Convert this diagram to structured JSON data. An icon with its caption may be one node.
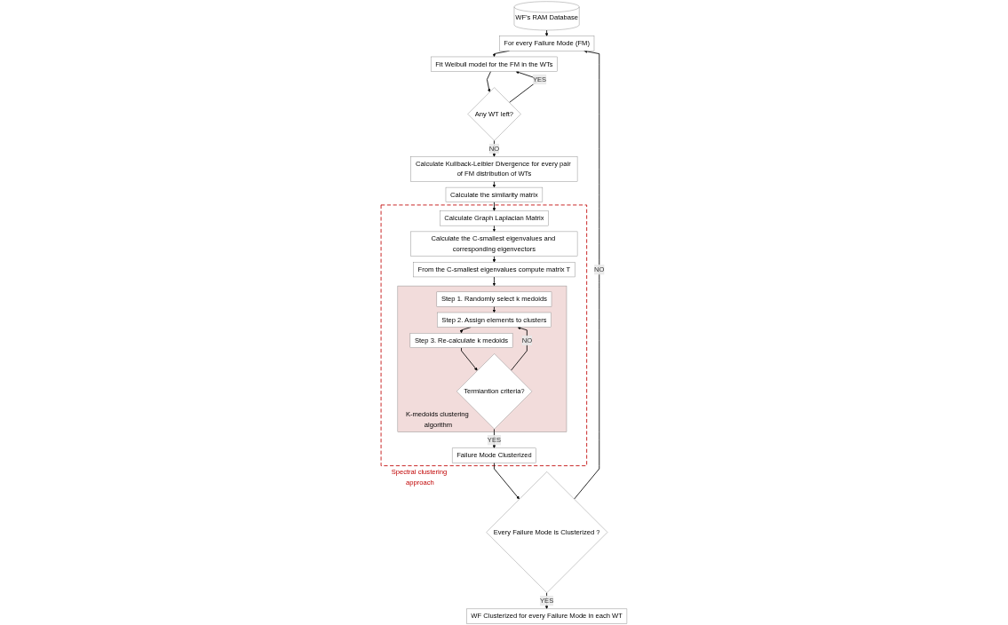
{
  "diagram": {
    "nodes": [
      {
        "text": [
          "WF’s RAM Database"
        ]
      },
      {
        "text": [
          "For every Failure Mode (FM)"
        ]
      },
      {
        "text": [
          "Fit Weibull model for the FM in the WTs"
        ]
      },
      {
        "text": [
          "Any WT left?"
        ]
      },
      {
        "text": [
          "Calculate Kullback-Leibler Divergence for every pair of FM distribution of WTs"
        ]
      },
      {
        "text": [
          "Calculate the similarity matrix"
        ]
      },
      {
        "text": [
          "Spectral clustering approach"
        ]
      },
      {
        "text": [
          "Calculate Graph Laplacian Matrix"
        ],
        "in": 6
      },
      {
        "text": [
          "Calculate the C-smallest eigenvalues and corresponding eigenvectors"
        ],
        "in": 6
      },
      {
        "text": [
          "From the C-smallest eigenvalues compute matrix T"
        ],
        "in": 6
      },
      {
        "text": [
          "K-medoids clustering algorithm"
        ],
        "in": 6
      },
      {
        "text": [
          "Step 1. Randomly select k medoids"
        ],
        "in": 10
      },
      {
        "text": [
          "Step 2. Assign elements to clusters"
        ],
        "in": 10
      },
      {
        "text": [
          "Step 3. Re-calculate k medoids"
        ],
        "in": 10
      },
      {
        "text": [
          "Termiantion criteria?"
        ],
        "in": 10
      },
      {
        "text": [
          "Failure Mode Clusterized"
        ],
        "in": 6
      },
      {
        "text": [
          "Every Failure Mode is Clusterized ?"
        ]
      },
      {
        "text": [
          "WF Clusterized for every Failure Mode in each WT"
        ]
      }
    ],
    "edges": [
      {
        "from": 0,
        "to": 1,
        "arrow": "to"
      },
      {
        "from": 1,
        "to": 2,
        "arrow": "to"
      },
      {
        "from": 2,
        "to": 3,
        "arrow": "to"
      },
      {
        "from": 3,
        "to": 2,
        "label": "YES",
        "arrow": "to"
      },
      {
        "from": 3,
        "to": 4,
        "label": "NO",
        "arrow": "to"
      },
      {
        "from": 4,
        "to": 5,
        "arrow": "to"
      },
      {
        "from": 5,
        "to": 7,
        "arrow": "to"
      },
      {
        "from": 7,
        "to": 8,
        "arrow": "to"
      },
      {
        "from": 8,
        "to": 9,
        "arrow": "to"
      },
      {
        "from": 9,
        "to": 10,
        "arrow": "to"
      },
      {
        "from": 11,
        "to": 12,
        "arrow": "to"
      },
      {
        "from": 12,
        "to": 13,
        "arrow": "to"
      },
      {
        "from": 13,
        "to": 14,
        "arrow": "to"
      },
      {
        "from": 14,
        "to": 12,
        "label": "NO",
        "arrow": "to"
      },
      {
        "from": 14,
        "to": 15,
        "label": "YES",
        "arrow": "to"
      },
      {
        "from": 15,
        "to": 16,
        "arrow": "to"
      },
      {
        "from": 16,
        "to": 1,
        "label": "NO",
        "arrow": "to"
      },
      {
        "from": 16,
        "to": 17,
        "label": "YES",
        "arrow": "to"
      }
    ]
  }
}
